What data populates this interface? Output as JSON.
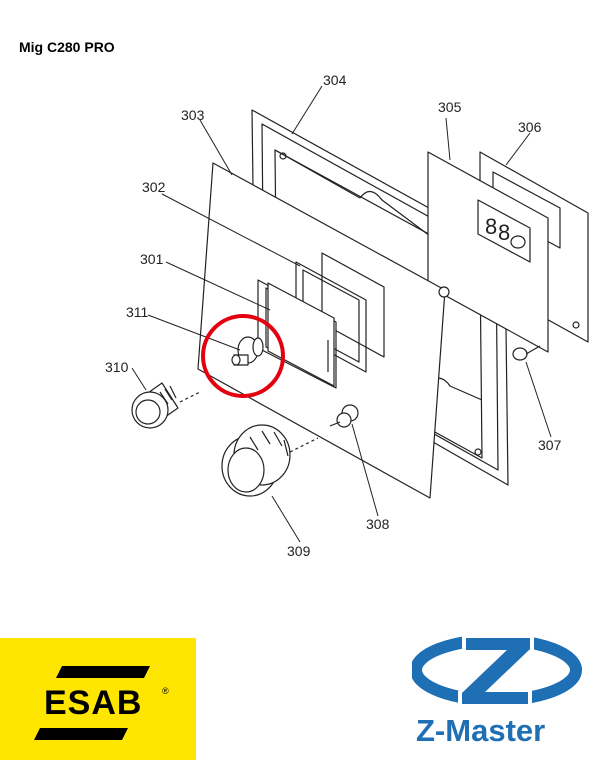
{
  "title": "Mig C280 PRO",
  "labels": {
    "p301": "301",
    "p302": "302",
    "p303": "303",
    "p304": "304",
    "p305": "305",
    "p306": "306",
    "p307": "307",
    "p308": "308",
    "p309": "309",
    "p310": "310",
    "p311": "311"
  },
  "highlight": {
    "part": "311",
    "color": "#e3000f"
  },
  "logos": {
    "esab": {
      "text": "ESAB",
      "mark": "®",
      "background": "#ffe600"
    },
    "zmaster": {
      "text": "Z-Master",
      "color": "#1f6fb5"
    }
  }
}
